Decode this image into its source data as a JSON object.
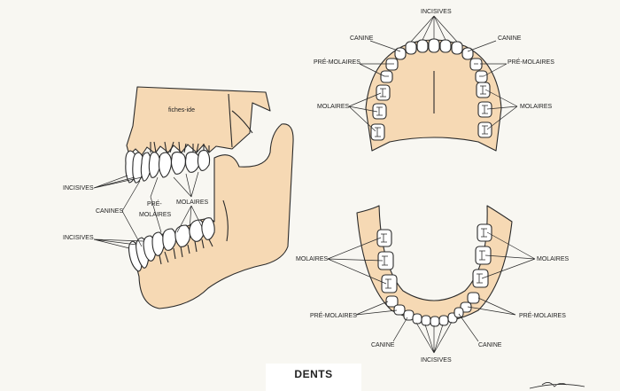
{
  "title": "DENTS",
  "watermark": "fiches-ide",
  "colors": {
    "bone": "#f6d9b4",
    "stroke": "#2a2a2a",
    "background": "#f8f7f2"
  },
  "side_view": {
    "upper_incisives": "INCISIVES",
    "canines": "CANINES",
    "premolaires_line1": "PRÉ-",
    "premolaires_line2": "MOLAIRES",
    "molaires": "MOLAIRES",
    "lower_incisives": "INCISIVES"
  },
  "upper_arch": {
    "incisives": "INCISIVES",
    "canine_left": "CANINE",
    "canine_right": "CANINE",
    "premolaires_left": "PRÉ-MOLAIRES",
    "premolaires_right": "PRÉ-MOLAIRES",
    "molaires_left": "MOLAIRES",
    "molaires_right": "MOLAIRES"
  },
  "lower_arch": {
    "molaires_left": "MOLAIRES",
    "molaires_right": "MOLAIRES",
    "premolaires_left": "PRÉ-MOLAIRES",
    "premolaires_right": "PRÉ-MOLAIRES",
    "canine_left": "CANINE",
    "canine_right": "CANINE",
    "incisives": "INCISIVES"
  }
}
